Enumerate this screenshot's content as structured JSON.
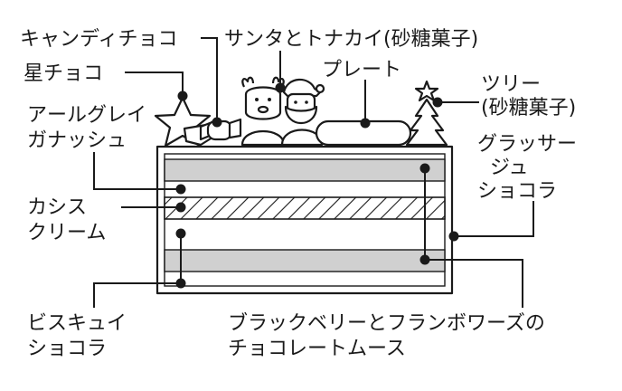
{
  "colors": {
    "ink": "#1a1a1a",
    "band_gray": "#d0d0d0",
    "background": "#ffffff"
  },
  "labels": {
    "candy_choco": "キャンディチョコ",
    "star_choco": "星チョコ",
    "santa_tonakai_line1": "サンタとトナカイ(砂糖菓子)",
    "plate": "プレート",
    "tree_line1": "ツリー",
    "tree_line2": "(砂糖菓子)",
    "earl_grey_line1": "アールグレイ",
    "earl_grey_line2": "ガナッシュ",
    "glassage_line1": "グラッサー",
    "glassage_line2": "ジュ",
    "glassage_line3": "ショコラ",
    "cassis_line1": "カシス",
    "cassis_line2": "クリーム",
    "biscuit_line1": "ビスキュイ",
    "biscuit_line2": "ショコラ",
    "mousse_line1": "ブラックベリーとフランボワーズの",
    "mousse_line2": "チョコレートムース"
  }
}
